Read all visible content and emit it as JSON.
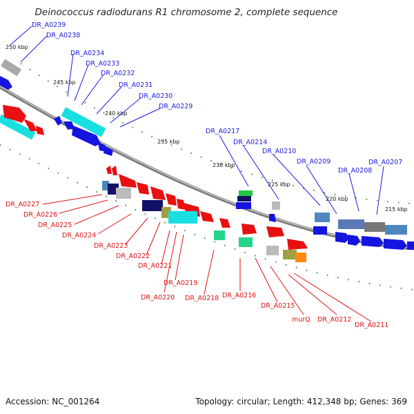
{
  "title": "Deinococcus radiodurans R1 chromosome 2, complete sequence",
  "footer": {
    "accession": "Accession: NC_001264",
    "topology": "Topology: circular; Length: 412,348 bp; Genes: 369"
  },
  "colors": {
    "forward_label": "#1a1adb",
    "reverse_label": "#dd1111",
    "backbone": "#8a8a8a",
    "tick": "#2a8a2a"
  },
  "scale_labels": [
    "250 kbp",
    "245 kbp",
    "240 kbp",
    "235 kbp",
    "230 kbp",
    "225 kbp",
    "220 kbp",
    "215 kbp"
  ],
  "forward_labels": [
    "DR_A0239",
    "DR_A0238",
    "DR_A0234",
    "DR_A0233",
    "DR_A0232",
    "DR_A0231",
    "DR_A0230",
    "DR_A0229",
    "DR_A0217",
    "DR_A0214",
    "DR_A0210",
    "DR_A0209",
    "DR_A0208",
    "DR_A0207"
  ],
  "reverse_labels": [
    "DR_A0227",
    "DR_A0226",
    "DR_A0225",
    "DR_A0224",
    "DR_A0223",
    "DR_A0222",
    "DR_A0221",
    "DR_A0219",
    "DR_A0220",
    "DR_A0218",
    "DR_A0216",
    "DR_A0215",
    "murQ",
    "DR_A0212",
    "DR_A0211"
  ]
}
